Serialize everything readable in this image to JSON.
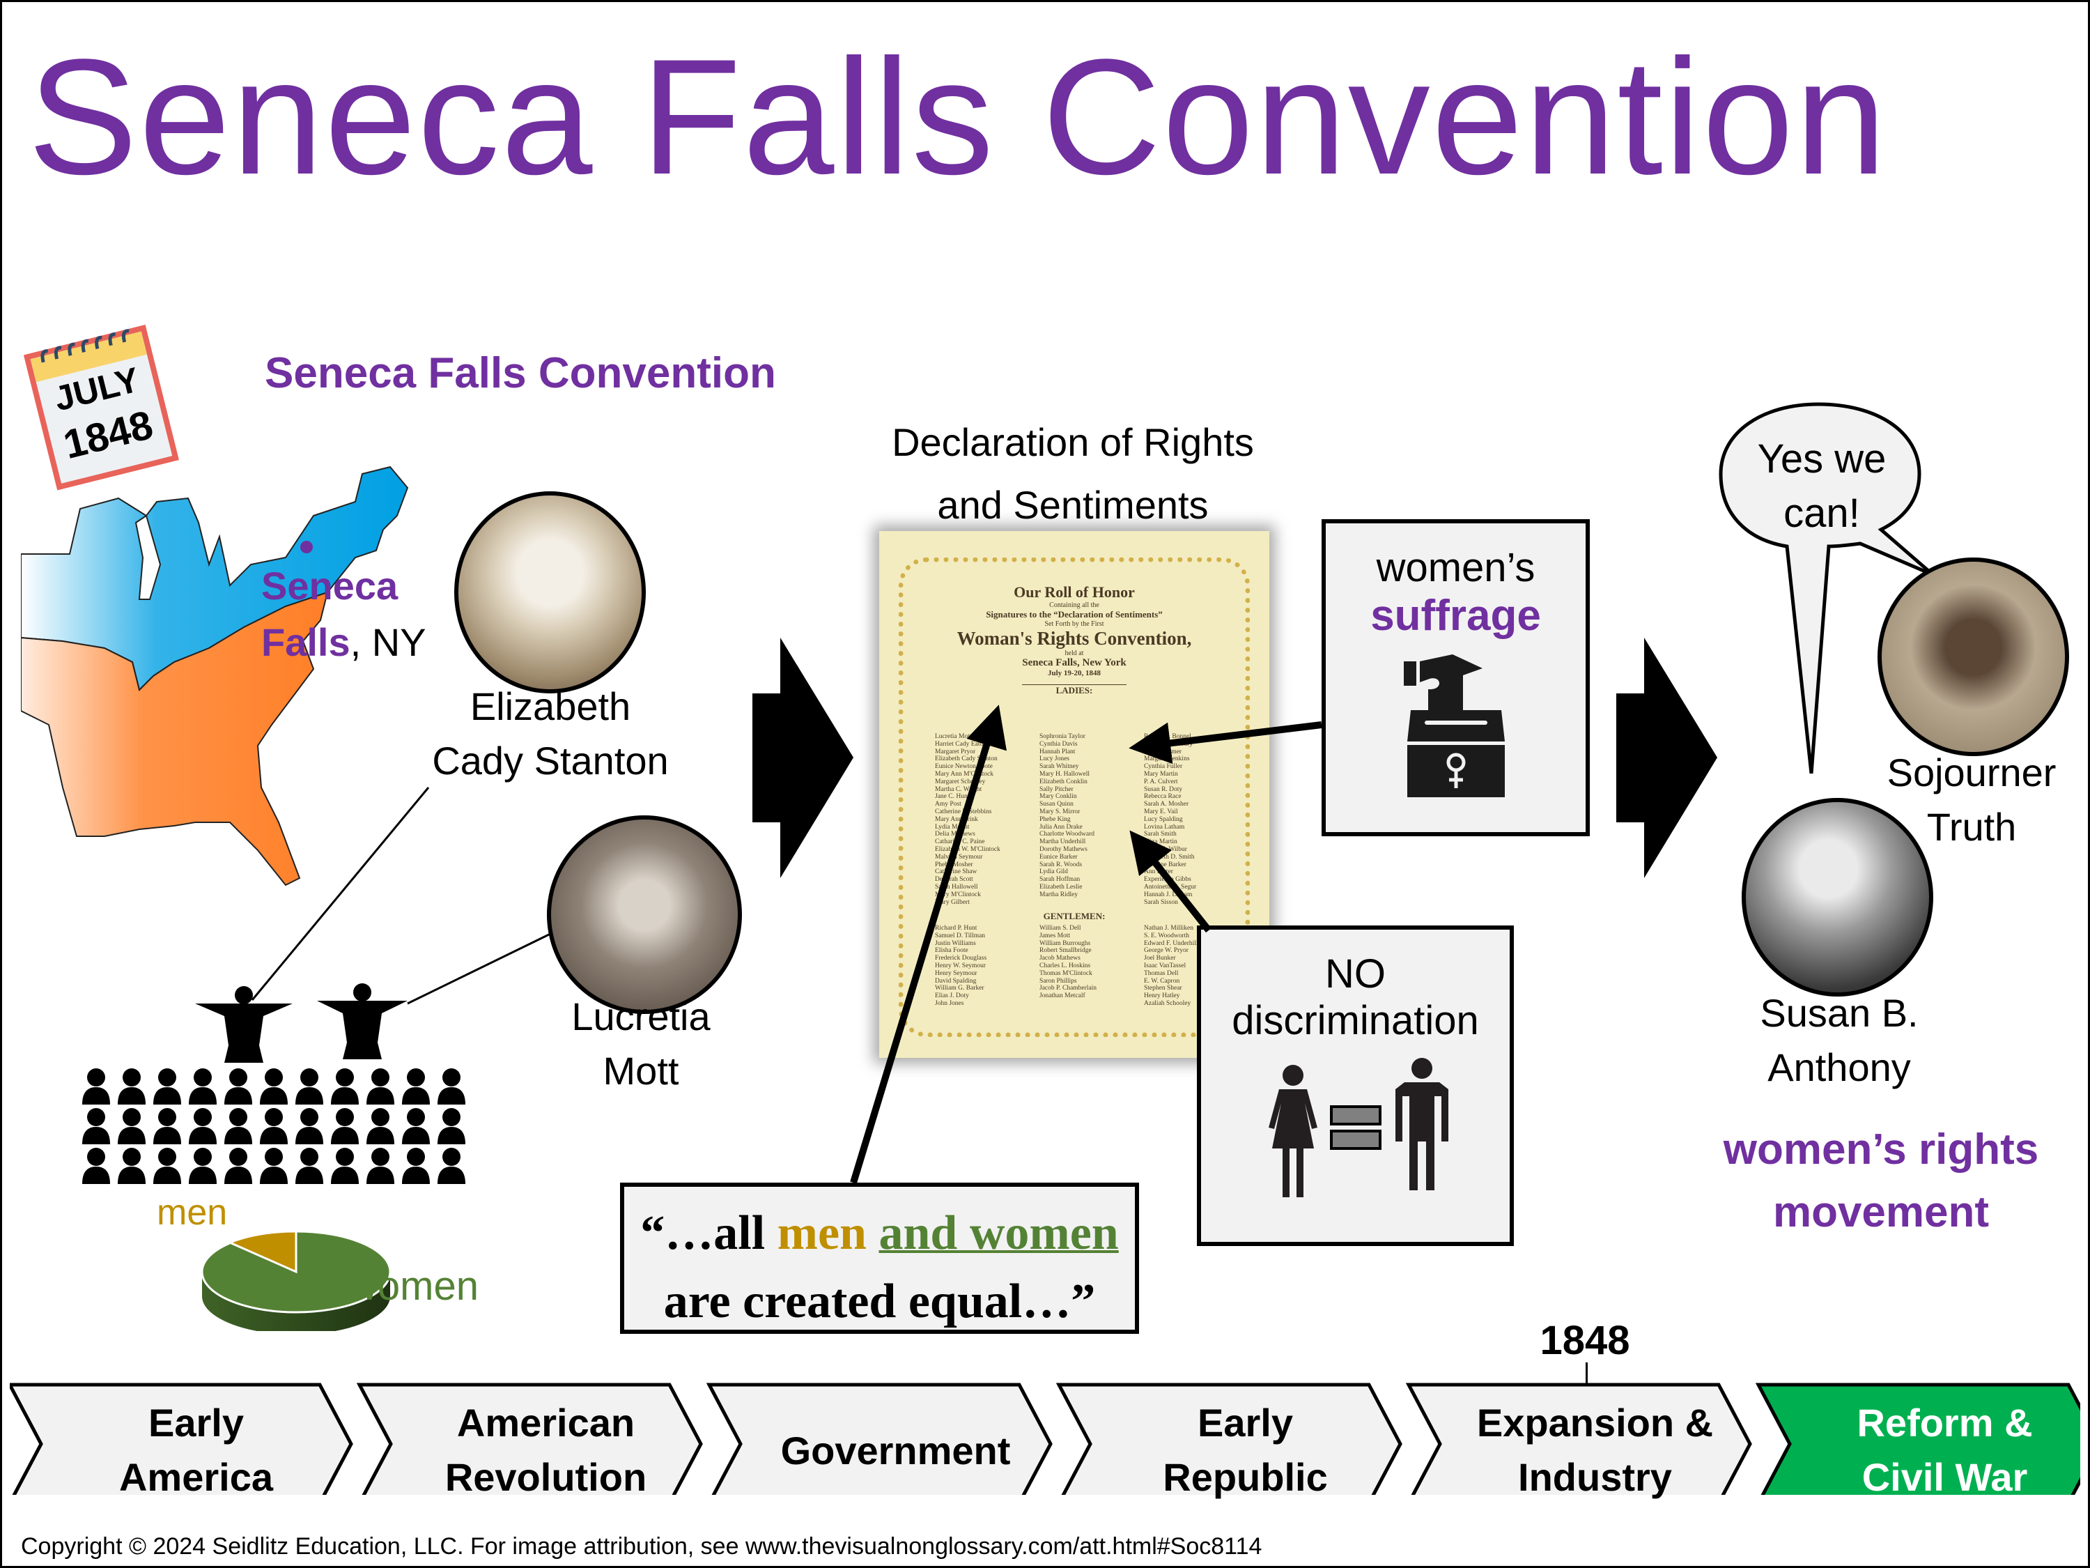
{
  "title": "Seneca Falls Convention",
  "subtitle": "Seneca Falls Convention",
  "calendar": {
    "month": "JULY",
    "year": "1848"
  },
  "map": {
    "location_bold": "Seneca Falls",
    "location_state": ", NY",
    "location_line1": "Seneca",
    "location_line2": "Falls",
    "north_color": "#00a0e3",
    "south_color": "#ff7f27"
  },
  "people": {
    "stanton": {
      "line1": "Elizabeth",
      "line2": "Cady Stanton"
    },
    "mott": {
      "line1": "Lucretia",
      "line2": "Mott"
    },
    "truth": {
      "line1": "Sojourner",
      "line2": "Truth"
    },
    "anthony": {
      "line1": "Susan B.",
      "line2": "Anthony"
    }
  },
  "pie": {
    "men_label": "men",
    "women_label": "women",
    "men_color": "#bf8f00",
    "women_color": "#548235"
  },
  "declaration": {
    "heading_line1": "Declaration of Rights",
    "heading_line2": "and Sentiments",
    "doc_title": "Our Roll of Honor",
    "doc_line1": "Containing all the",
    "doc_line2": "Signatures to the “Declaration of Sentiments”",
    "doc_line3": "Set Forth by the First",
    "doc_main": "Woman's Rights Convention,",
    "doc_held": "held at",
    "doc_place": "Seneca Falls, New York",
    "doc_date": "July 19-20, 1848",
    "ladies_header": "LADIES:",
    "gentlemen_header": "GENTLEMEN:",
    "ladies": [
      [
        "Lucretia Mott",
        "Harriet Cady Eaton",
        "Margaret Pryor",
        "Elizabeth Cady Stanton",
        "Eunice Newton Foote",
        "Mary Ann M'Clintock",
        "Margaret Schooley",
        "Martha C. Wright",
        "Jane C. Hunt",
        "Amy Post",
        "Catherine F. Stebbins",
        "Mary Ann Frink",
        "Lydia Mount",
        "Delia Mathews",
        "Catharine C. Paine",
        "Elizabeth W. M'Clintock",
        "Malvina Seymour",
        "Phebe Mosher",
        "Catharine Shaw",
        "Deborah Scott",
        "Sarah Hallowell",
        "Mary M'Clintock",
        "Mary Gilbert"
      ],
      [
        "Sophronia Taylor",
        "Cynthia Davis",
        "Hannah Plant",
        "Lucy Jones",
        "Sarah Whitney",
        "Mary H. Hallowell",
        "Elizabeth Conklin",
        "Sally Pitcher",
        "Mary Conklin",
        "Susan Quinn",
        "Mary S. Mirror",
        "Phebe King",
        "Julia Ann Drake",
        "Charlotte Woodward",
        "Martha Underhill",
        "Dorothy Mathews",
        "Eunice Barker",
        "Sarah R. Woods",
        "Lydia Gild",
        "Sarah Hoffman",
        "Elizabeth Leslie",
        "Martha Ridley"
      ],
      [
        "Rachel D. Bonnel",
        "Betsey Tewksbury",
        "Rhoda Palmer",
        "Margaret Jenkins",
        "Cynthia Fuller",
        "Mary Martin",
        "P. A. Culvert",
        "Susan R. Doty",
        "Rebecca Race",
        "Sarah A. Mosher",
        "Mary E. Vail",
        "Lucy Spalding",
        "Lovina Latham",
        "Sarah Smith",
        "Eliza Martin",
        "Maria E. Wilbur",
        "Elizabeth D. Smith",
        "Caroline Barker",
        "Ann Porter",
        "Experience Gibbs",
        "Antoinette E. Segur",
        "Hannah J. Latham",
        "Sarah Sisson"
      ]
    ],
    "gentlemen": [
      [
        "Richard P. Hunt",
        "Samuel D. Tillman",
        "Justin Williams",
        "Elisha Foote",
        "Frederick Douglass",
        "Henry W. Seymour",
        "Henry Seymour",
        "David Spalding",
        "William G. Barker",
        "Elias J. Doty",
        "John Jones"
      ],
      [
        "William S. Dell",
        "James Mott",
        "William Burroughs",
        "Robert Smallbridge",
        "Jacob Mathews",
        "Charles L. Hoskins",
        "Thomas M'Clintock",
        "Saron Phillips",
        "Jacob P. Chamberlain",
        "Jonathan Metcalf"
      ],
      [
        "Nathan J. Milliken",
        "S. E. Woodworth",
        "Edward F. Underhill",
        "George W. Pryor",
        "Joel Bunker",
        "Isaac VanTassel",
        "Thomas Dell",
        "E. W. Capron",
        "Stephen Shear",
        "Henry Hatley",
        "Azaliah Schooley"
      ]
    ]
  },
  "quote": {
    "open": "“…all ",
    "men": "men",
    "and_women": "and women",
    "line2": "are created equal…”"
  },
  "suffrage": {
    "line1": "women’s",
    "line2": "suffrage",
    "icon": "ballot-box-female-icon"
  },
  "discrimination": {
    "line1": "NO",
    "line2": "discrimination",
    "icon": "woman-equals-man-icon"
  },
  "speech": {
    "line1": "Yes we",
    "line2": "can!"
  },
  "movement": {
    "line1": "women’s rights",
    "line2": "movement"
  },
  "timeline": {
    "marker_year": "1848",
    "items": [
      {
        "line1": "Early",
        "line2": "America",
        "active": false
      },
      {
        "line1": "American",
        "line2": "Revolution",
        "active": false
      },
      {
        "line1": "Government",
        "line2": "",
        "active": false
      },
      {
        "line1": "Early",
        "line2": "Republic",
        "active": false
      },
      {
        "line1": "Expansion &",
        "line2": "Industry",
        "active": false
      },
      {
        "line1": "Reform &",
        "line2": "Civil War",
        "active": true
      }
    ],
    "active_color": "#00b050",
    "inactive_color": "#f2f2f2"
  },
  "copyright": "Copyright © 2024 Seidlitz Education, LLC.  For image attribution, see www.thevisualnonglossary.com/att.html#Soc8114"
}
